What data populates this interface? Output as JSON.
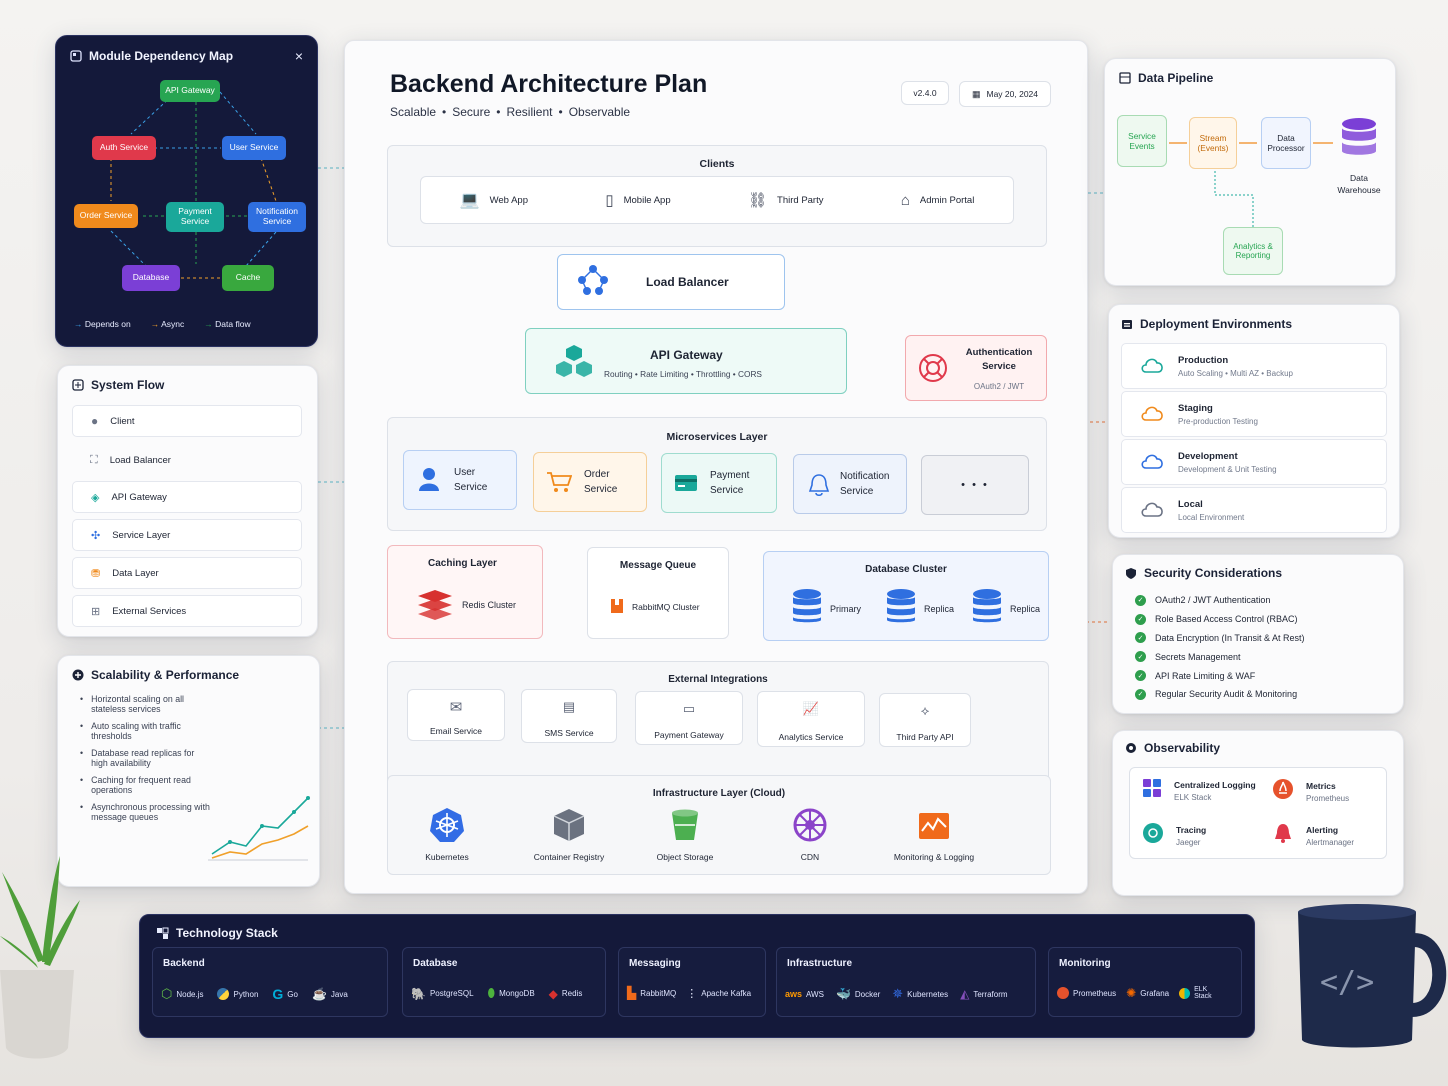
{
  "main": {
    "title": "Backend Architecture Plan",
    "subtitle": [
      "Scalable",
      "Secure",
      "Resilient",
      "Observable"
    ],
    "version": "v2.4.0",
    "date": "May 20, 2024",
    "clients": {
      "title": "Clients",
      "items": [
        "Web App",
        "Mobile App",
        "Third Party",
        "Admin Portal"
      ]
    },
    "load_balancer": "Load Balancer",
    "api_gateway": {
      "title": "API Gateway",
      "desc": "Routing • Rate Limiting • Throttling • CORS"
    },
    "auth": {
      "title": "Authentication Service",
      "desc": "OAuth2 / JWT"
    },
    "microservices": {
      "title": "Microservices Layer",
      "items": [
        "User Service",
        "Order Service",
        "Payment Service",
        "Notification Service"
      ],
      "more": "• • •"
    },
    "caching": {
      "title": "Caching Layer",
      "item": "Redis Cluster"
    },
    "queue": {
      "title": "Message Queue",
      "item": "RabbitMQ Cluster"
    },
    "db_cluster": {
      "title": "Database Cluster",
      "items": [
        "Primary",
        "Replica",
        "Replica"
      ]
    },
    "external": {
      "title": "External Integrations",
      "items": [
        "Email Service",
        "SMS Service",
        "Payment Gateway",
        "Analytics Service",
        "Third Party API"
      ]
    },
    "infra": {
      "title": "Infrastructure Layer (Cloud)",
      "items": [
        "Kubernetes",
        "Container Registry",
        "Object Storage",
        "CDN",
        "Monitoring & Logging"
      ]
    }
  },
  "module_map": {
    "title": "Module Dependency Map",
    "nodes": [
      "API Gateway",
      "Auth Service",
      "User Service",
      "Order Service",
      "Payment Service",
      "Notification Service",
      "Database",
      "Cache"
    ],
    "legend": [
      "Depends on",
      "Async",
      "Data flow"
    ],
    "colors": {
      "gateway": "#27a552",
      "auth": "#e0394b",
      "user": "#2f6fe0",
      "order": "#f08a1c",
      "payment": "#1aa89a",
      "notification": "#2f6fe0",
      "database": "#7b3fd6",
      "cache": "#39a83e"
    }
  },
  "system_flow": {
    "title": "System Flow",
    "items": [
      "Client",
      "Load Balancer",
      "API Gateway",
      "Service Layer",
      "Data Layer",
      "External Services"
    ]
  },
  "scalability": {
    "title": "Scalability & Performance",
    "bullets": [
      "Horizontal scaling on all stateless services",
      "Auto scaling with traffic thresholds",
      "Database read replicas for high availability",
      "Caching for frequent read operations",
      "Asynchronous processing with message queues"
    ]
  },
  "pipeline": {
    "title": "Data Pipeline",
    "nodes": [
      "Service Events",
      "Stream (Events)",
      "Data Processor",
      "Data Warehouse",
      "Analytics & Reporting"
    ]
  },
  "deployment": {
    "title": "Deployment Environments",
    "envs": [
      {
        "name": "Production",
        "desc": "Auto Scaling • Multi AZ • Backup",
        "color": "#1aa89a"
      },
      {
        "name": "Staging",
        "desc": "Pre-production Testing",
        "color": "#f08a1c"
      },
      {
        "name": "Development",
        "desc": "Development & Unit Testing",
        "color": "#2f6fe0"
      },
      {
        "name": "Local",
        "desc": "Local Environment",
        "color": "#6b7385"
      }
    ]
  },
  "security": {
    "title": "Security Considerations",
    "items": [
      "OAuth2 / JWT Authentication",
      "Role Based Access Control (RBAC)",
      "Data Encryption (In Transit & At Rest)",
      "Secrets Management",
      "API Rate Limiting & WAF",
      "Regular Security Audit & Monitoring"
    ]
  },
  "observability": {
    "title": "Observability",
    "items": [
      {
        "name": "Centralized Logging",
        "desc": "ELK Stack"
      },
      {
        "name": "Metrics",
        "desc": "Prometheus"
      },
      {
        "name": "Tracing",
        "desc": "Jaeger"
      },
      {
        "name": "Alerting",
        "desc": "Alertmanager"
      }
    ]
  },
  "tech_stack": {
    "title": "Technology Stack",
    "groups": [
      {
        "name": "Backend",
        "items": [
          "Node.js",
          "Python",
          "Go",
          "Java"
        ]
      },
      {
        "name": "Database",
        "items": [
          "PostgreSQL",
          "MongoDB",
          "Redis"
        ]
      },
      {
        "name": "Messaging",
        "items": [
          "RabbitMQ",
          "Apache Kafka"
        ]
      },
      {
        "name": "Infrastructure",
        "items": [
          "AWS",
          "Docker",
          "Kubernetes",
          "Terraform"
        ]
      },
      {
        "name": "Monitoring",
        "items": [
          "Prometheus",
          "Grafana",
          "ELK Stack"
        ]
      }
    ]
  }
}
